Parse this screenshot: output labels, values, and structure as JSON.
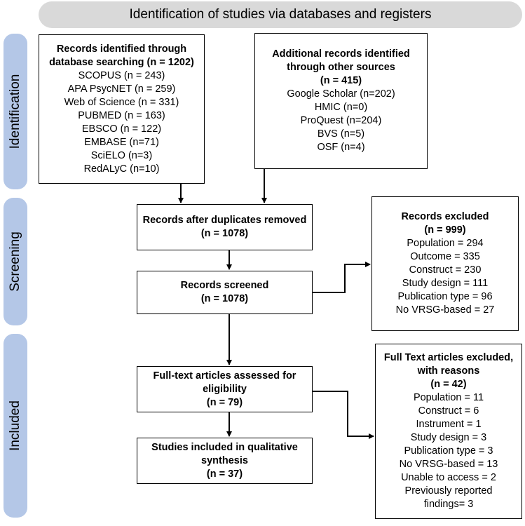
{
  "header": "Identification of studies via databases and registers",
  "stages": {
    "identification": "Identification",
    "screening": "Screening",
    "included": "Included"
  },
  "boxes": {
    "database": {
      "title": [
        "Records identified through",
        "database searching (n = 1202)"
      ],
      "lines": [
        "SCOPUS (n = 243)",
        "APA PsycNET (n = 259)",
        "Web of Science (n = 331)",
        "PUBMED (n = 163)",
        "EBSCO (n = 122)",
        "EMBASE (n=71)",
        "SciELO (n=3)",
        "RedALyC (n=10)"
      ]
    },
    "other_sources": {
      "title": [
        "Additional records identified",
        "through other sources",
        "(n = 415)"
      ],
      "lines": [
        "Google Scholar (n=202)",
        "HMIC (n=0)",
        "ProQuest (n=204)",
        "BVS (n=5)",
        "OSF (n=4)"
      ]
    },
    "duplicates_removed": {
      "title": [
        "Records after duplicates removed",
        "(n = 1078)"
      ],
      "lines": []
    },
    "screened": {
      "title": [
        "Records screened",
        "(n = 1078)"
      ],
      "lines": []
    },
    "excluded": {
      "title": [
        "Records excluded",
        "(n = 999)"
      ],
      "lines": [
        "Population = 294",
        "Outcome = 335",
        "Construct = 230",
        "Study design = 111",
        "Publication type = 96",
        "No VRSG-based = 27"
      ]
    },
    "fulltext_assessed": {
      "title": [
        "Full-text articles assessed for",
        "eligibility",
        "(n = 79)"
      ],
      "lines": []
    },
    "fulltext_excluded": {
      "title": [
        "Full Text articles excluded,",
        "with reasons",
        "(n = 42)"
      ],
      "lines": [
        "Population = 11",
        "Construct = 6",
        "Instrument = 1",
        "Study design = 3",
        "Publication type = 3",
        "No VRSG-based = 13",
        "Unable to access = 2",
        "Previously reported",
        "findings= 3"
      ]
    },
    "included": {
      "title": [
        "Studies included in qualitative",
        "synthesis",
        "(n = 37)"
      ],
      "lines": []
    }
  }
}
